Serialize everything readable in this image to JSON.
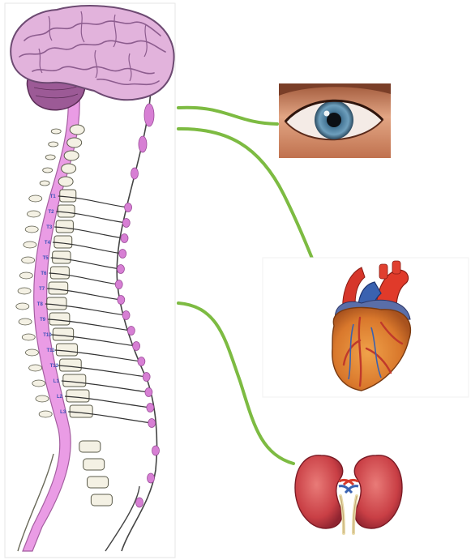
{
  "colors": {
    "connector": "#7dbb42",
    "brain": "#e2b3dc",
    "brain_outline": "#6d4a72",
    "cerebellum": "#9c5a96",
    "spinal_cord": "#ea9ce5",
    "ganglion": "#d77fd4",
    "vertebra": "#f4f1e4",
    "vertebra_outline": "#5a5a4a",
    "nerve": "#333333",
    "label_text": "#3a4fb8"
  },
  "vertebra_labels": [
    "T1",
    "T2",
    "T3",
    "T4",
    "T5",
    "T6",
    "T7",
    "T8",
    "T9",
    "T10",
    "T11",
    "T12",
    "L1",
    "L2",
    "L3"
  ],
  "icons": {
    "spine": "spinal-cord-anatomy",
    "eye": "eye-photo",
    "heart": "heart-model",
    "kidneys": "kidneys-model"
  }
}
